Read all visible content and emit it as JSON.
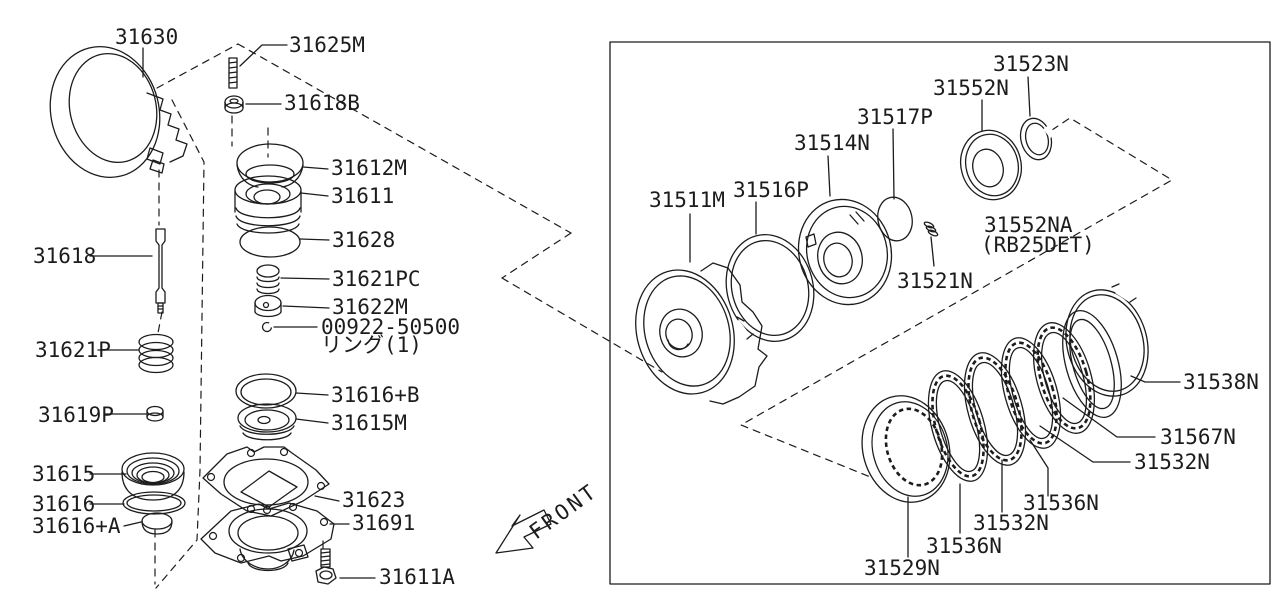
{
  "diagram": {
    "bg_color": "#ffffff",
    "line_color": "#1c1c1c",
    "front_label": "FRONT"
  },
  "labels": {
    "b31630": "31630",
    "b31625M": "31625M",
    "b31618B": "31618B",
    "b31612M": "31612M",
    "b31611": "31611",
    "b31628": "31628",
    "b31621PC": "31621PC",
    "b31622M": "31622M",
    "b00922": "00922-50500",
    "bring": "リング(1)",
    "b31618": "31618",
    "b31621P": "31621P",
    "b31619P": "31619P",
    "b31615": "31615",
    "b31616": "31616",
    "b31616A": "31616+A",
    "b31616B": "31616+B",
    "b31615M": "31615M",
    "b31623": "31623",
    "b31691": "31691",
    "b31611A": "31611A",
    "bfront": "FRONT",
    "b31511M": "31511M",
    "b31516P": "31516P",
    "b31514N": "31514N",
    "b31517P": "31517P",
    "b31552N": "31552N",
    "b31523N": "31523N",
    "b31552NA": "31552NA",
    "b31552NA_note": "(RB25DET)",
    "b31521N": "31521N",
    "b31538N": "31538N",
    "b31567N": "31567N",
    "b31532N_a": "31532N",
    "b31536N_a": "31536N",
    "b31532N_b": "31532N",
    "b31536N_b": "31536N",
    "b31529N": "31529N"
  }
}
